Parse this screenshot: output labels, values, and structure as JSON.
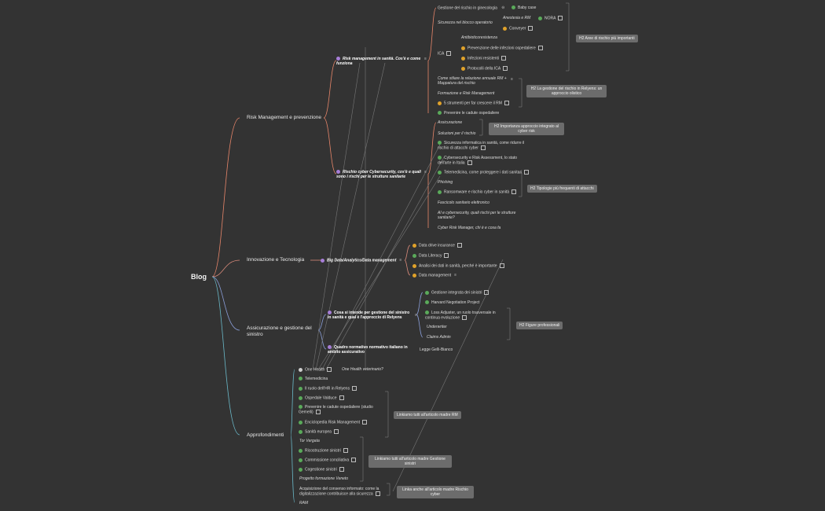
{
  "root": "Blog",
  "main": [
    "Risk Management e prevenzione",
    "Innovazione e Tecnologia",
    "Assicurazione e gestione del sinistro",
    "Approfondimenti"
  ],
  "risk": {
    "sub1": "Risk management in sanità. Cos'è e come funziona",
    "sub2": "Rischio cyber Cybersecurity, cos'è e quali sono i rischi per le strutture sanitarie",
    "ginecologia": "Gestione del rischio in ginecologia",
    "baby": "Baby case",
    "sicurezza": "Sicurezza nel blocco operatorio",
    "anestesia": "Anestesia e RM",
    "nora": "NORA",
    "conveyer": "Conveyer",
    "ica": "ICA",
    "antibiotico": "Antibioticoresistenza",
    "prevenzione_inf": "Prevenzione delle infezioni ospedaliere",
    "infezioni": "Infezioni resistenti",
    "protocolli": "Protocolli della ICA",
    "relazione": "Come stilare la relazione annuale RM + Mappatura del rischio",
    "formazione": "Formazione e Risk Management",
    "strumenti": "5 strumenti per far crescere il RM",
    "cadute": "Prevenire le cadute ospedaliere",
    "assicurazione": "Assicurazione",
    "soluzioni": "Soluzioni per il rischio",
    "sic_inf": "Sicurezza informatica in sanità, come ridurre il rischio di attacchi cyber",
    "cyber_ra": "Cybersecurity e Risk Assessment, lo stato dell'arte in Italia",
    "telemed": "Telemedicina, come proteggere i dati sanitari",
    "phishing": "Phishing",
    "ransom": "Ransomware e rischio cyber in sanità",
    "fascicolo": "Fascicolo sanitario elettronico",
    "ai": "AI e cybersecurity, quali rischi per le strutture sanitarie?",
    "crm": "Cyber Risk Manager, chi è e cosa fa"
  },
  "innov": {
    "sub": "Big Data/Analytics/Data management",
    "drive": "Data drive insurance",
    "literacy": "Data Literacy",
    "analisi": "Analisi dei dati in sanità, perché è importante",
    "mgmt": "Data management"
  },
  "sin": {
    "sub1": "Cosa si intende per gestione del sinistro in sanità e qual è l'approccio di Relyens",
    "sub2": "Quadro normativo normativo italiano in ambito assicurativo",
    "gelli": "Legge Gelli-Bianco",
    "integrata": "Gestione integrata dei sinistri",
    "harvard": "Harvard Negotiation Project",
    "loss": "Loss Adjuster, un ruolo trasversale in continua evoluzione",
    "under": "Underwriter",
    "claims": "Claims Admin"
  },
  "appr": {
    "onehealth": "One Health",
    "onehealth_q": "One Health veterinario?",
    "telemedicina": "Telemedicina",
    "ehr": "Il ruolo dell'HR in Relyens",
    "valduce": "Ospedale Valduce",
    "prevenire": "Prevenire le cadute ospedaliere (studio Gemelli)",
    "enciclopedia": "Enciclopedia Risk Management",
    "europea": "Sanità europea",
    "torvergata": "Tor Vergata",
    "ricostruzione": "Ricostruzione sinistri",
    "commissione": "Commissione conciliativa",
    "cogestione": "Cogestione sinistri",
    "progetto": "Progetto formazione Veneto",
    "consenso": "Acquisizione del consenso informato: come la digitalizzazione contribuisce alla sicurezza",
    "ram": "RAM"
  },
  "notes": {
    "n1": "H2 Aree di rischio più importanti",
    "n2": "H2 La gestione del rischio in Relyens: un approccio olistico",
    "n3": "H2 Importanza approccio integrato al cyber risk",
    "n4": "H2 Tipologie più frequenti di attacchi",
    "n5": "H2 Figure professionali",
    "n6": "Linkiamo tutti all'articolo madre RM",
    "n7": "Linkiamo tutti all'articolo madre Gestione sinistri",
    "n8": "Linka anche all'articolo madre Rischio cyber"
  },
  "colors": {
    "background": "#333333",
    "branch_risk": "#e8866a",
    "branch_innov": "#d88a7a",
    "branch_sin": "#8a9ed8",
    "branch_appr": "#6ab8c8",
    "done": "#5aaa5a",
    "progress": "#e0a22a",
    "topic": "#a77ed8"
  },
  "icons": [
    "check-circle-icon",
    "half-circle-icon",
    "link-icon",
    "notes-icon"
  ]
}
